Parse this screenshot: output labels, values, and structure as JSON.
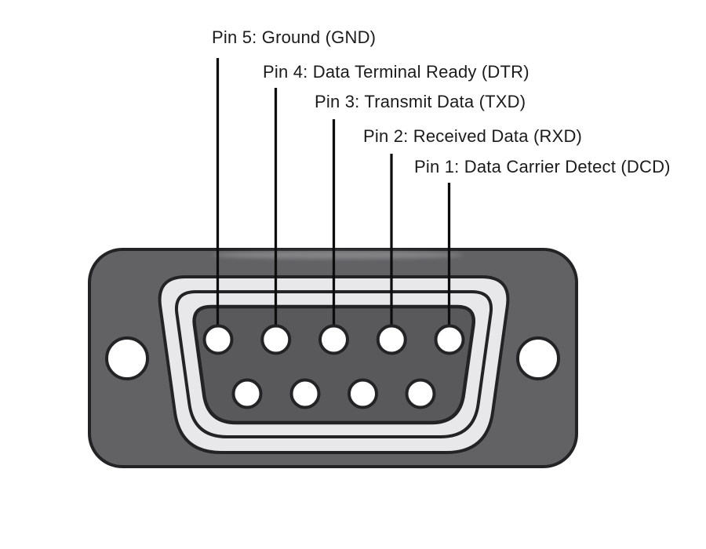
{
  "diagram": {
    "labels": [
      {
        "text": "Pin 5: Ground (GND)"
      },
      {
        "text": "Pin 4: Data Terminal Ready (DTR)"
      },
      {
        "text": "Pin 3: Transmit Data (TXD)"
      },
      {
        "text": "Pin 2: Received Data (RXD)"
      },
      {
        "text": "Pin 1: Data Carrier Detect (DCD)"
      }
    ],
    "connector": {
      "top_row_pin_count": 5,
      "bottom_row_pin_count": 4,
      "mounting_hole_count": 2
    },
    "colors": {
      "background": "#ffffff",
      "body": "#626265",
      "body_interior": "#59595c",
      "shell": "#e8e8ea",
      "outline": "#232326",
      "leader_line": "#0d0d0d",
      "pin_fill": "#ffffff",
      "label_text": "#1b1b1b"
    }
  }
}
